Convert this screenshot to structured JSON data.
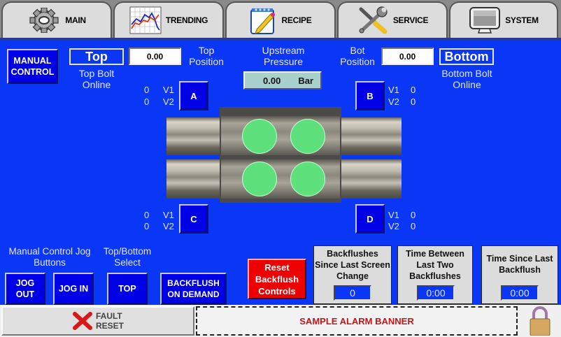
{
  "tabs": [
    {
      "label": "MAIN",
      "icon": "gear-icon"
    },
    {
      "label": "TRENDING",
      "icon": "trend-chart-icon"
    },
    {
      "label": "RECIPE",
      "icon": "notepad-icon"
    },
    {
      "label": "SERVICE",
      "icon": "tools-icon"
    },
    {
      "label": "SYSTEM",
      "icon": "monitor-icon"
    }
  ],
  "main": {
    "manual_control": "MANUAL CONTROL",
    "top_status": "Top",
    "top_status_label": "Top Bolt Online",
    "top_position_value": "0.00",
    "top_position_label": "Top Position",
    "upstream_label": "Upstream Pressure",
    "upstream_value": "0.00",
    "upstream_unit": "Bar",
    "bot_position_label": "Bot Position",
    "bot_position_value": "0.00",
    "bottom_status": "Bottom",
    "bottom_status_label": "Bottom Bolt Online",
    "valves": {
      "A": {
        "label": "A",
        "v1_label": "V1",
        "v2_label": "V2",
        "v1": "0",
        "v2": "0"
      },
      "B": {
        "label": "B",
        "v1_label": "V1",
        "v2_label": "V2",
        "v1": "0",
        "v2": "0"
      },
      "C": {
        "label": "C",
        "v1_label": "V1",
        "v2_label": "V2",
        "v1": "0",
        "v2": "0"
      },
      "D": {
        "label": "D",
        "v1_label": "V1",
        "v2_label": "V2",
        "v1": "0",
        "v2": "0"
      }
    },
    "jog_label": "Manual Control Jog Buttons",
    "select_label": "Top/Bottom Select",
    "jog_out": "JOG OUT",
    "jog_in": "JOG IN",
    "top_select": "TOP",
    "backflush_on_demand": "BACKFLUSH ON DEMAND",
    "reset_backflush": "Reset Backflush Controls",
    "panels": [
      {
        "title": "Backflushes Since Last Screen Change",
        "value": "0"
      },
      {
        "title": "Time Between Last Two Backflushes",
        "value": "0:00"
      },
      {
        "title": "Time Since Last Backflush",
        "value": "0:00"
      }
    ]
  },
  "footer": {
    "fault_reset": "FAULT RESET",
    "fault_line1": "FAULT",
    "fault_line2": "RESET",
    "alarm_banner": "SAMPLE ALARM BANNER"
  },
  "colors": {
    "screen_bg": "#0a36f5",
    "button_bg": "#0000e6",
    "reset_red": "#ee0000",
    "alarm_text": "#c4151a",
    "ball_green": "#5ee07c"
  }
}
